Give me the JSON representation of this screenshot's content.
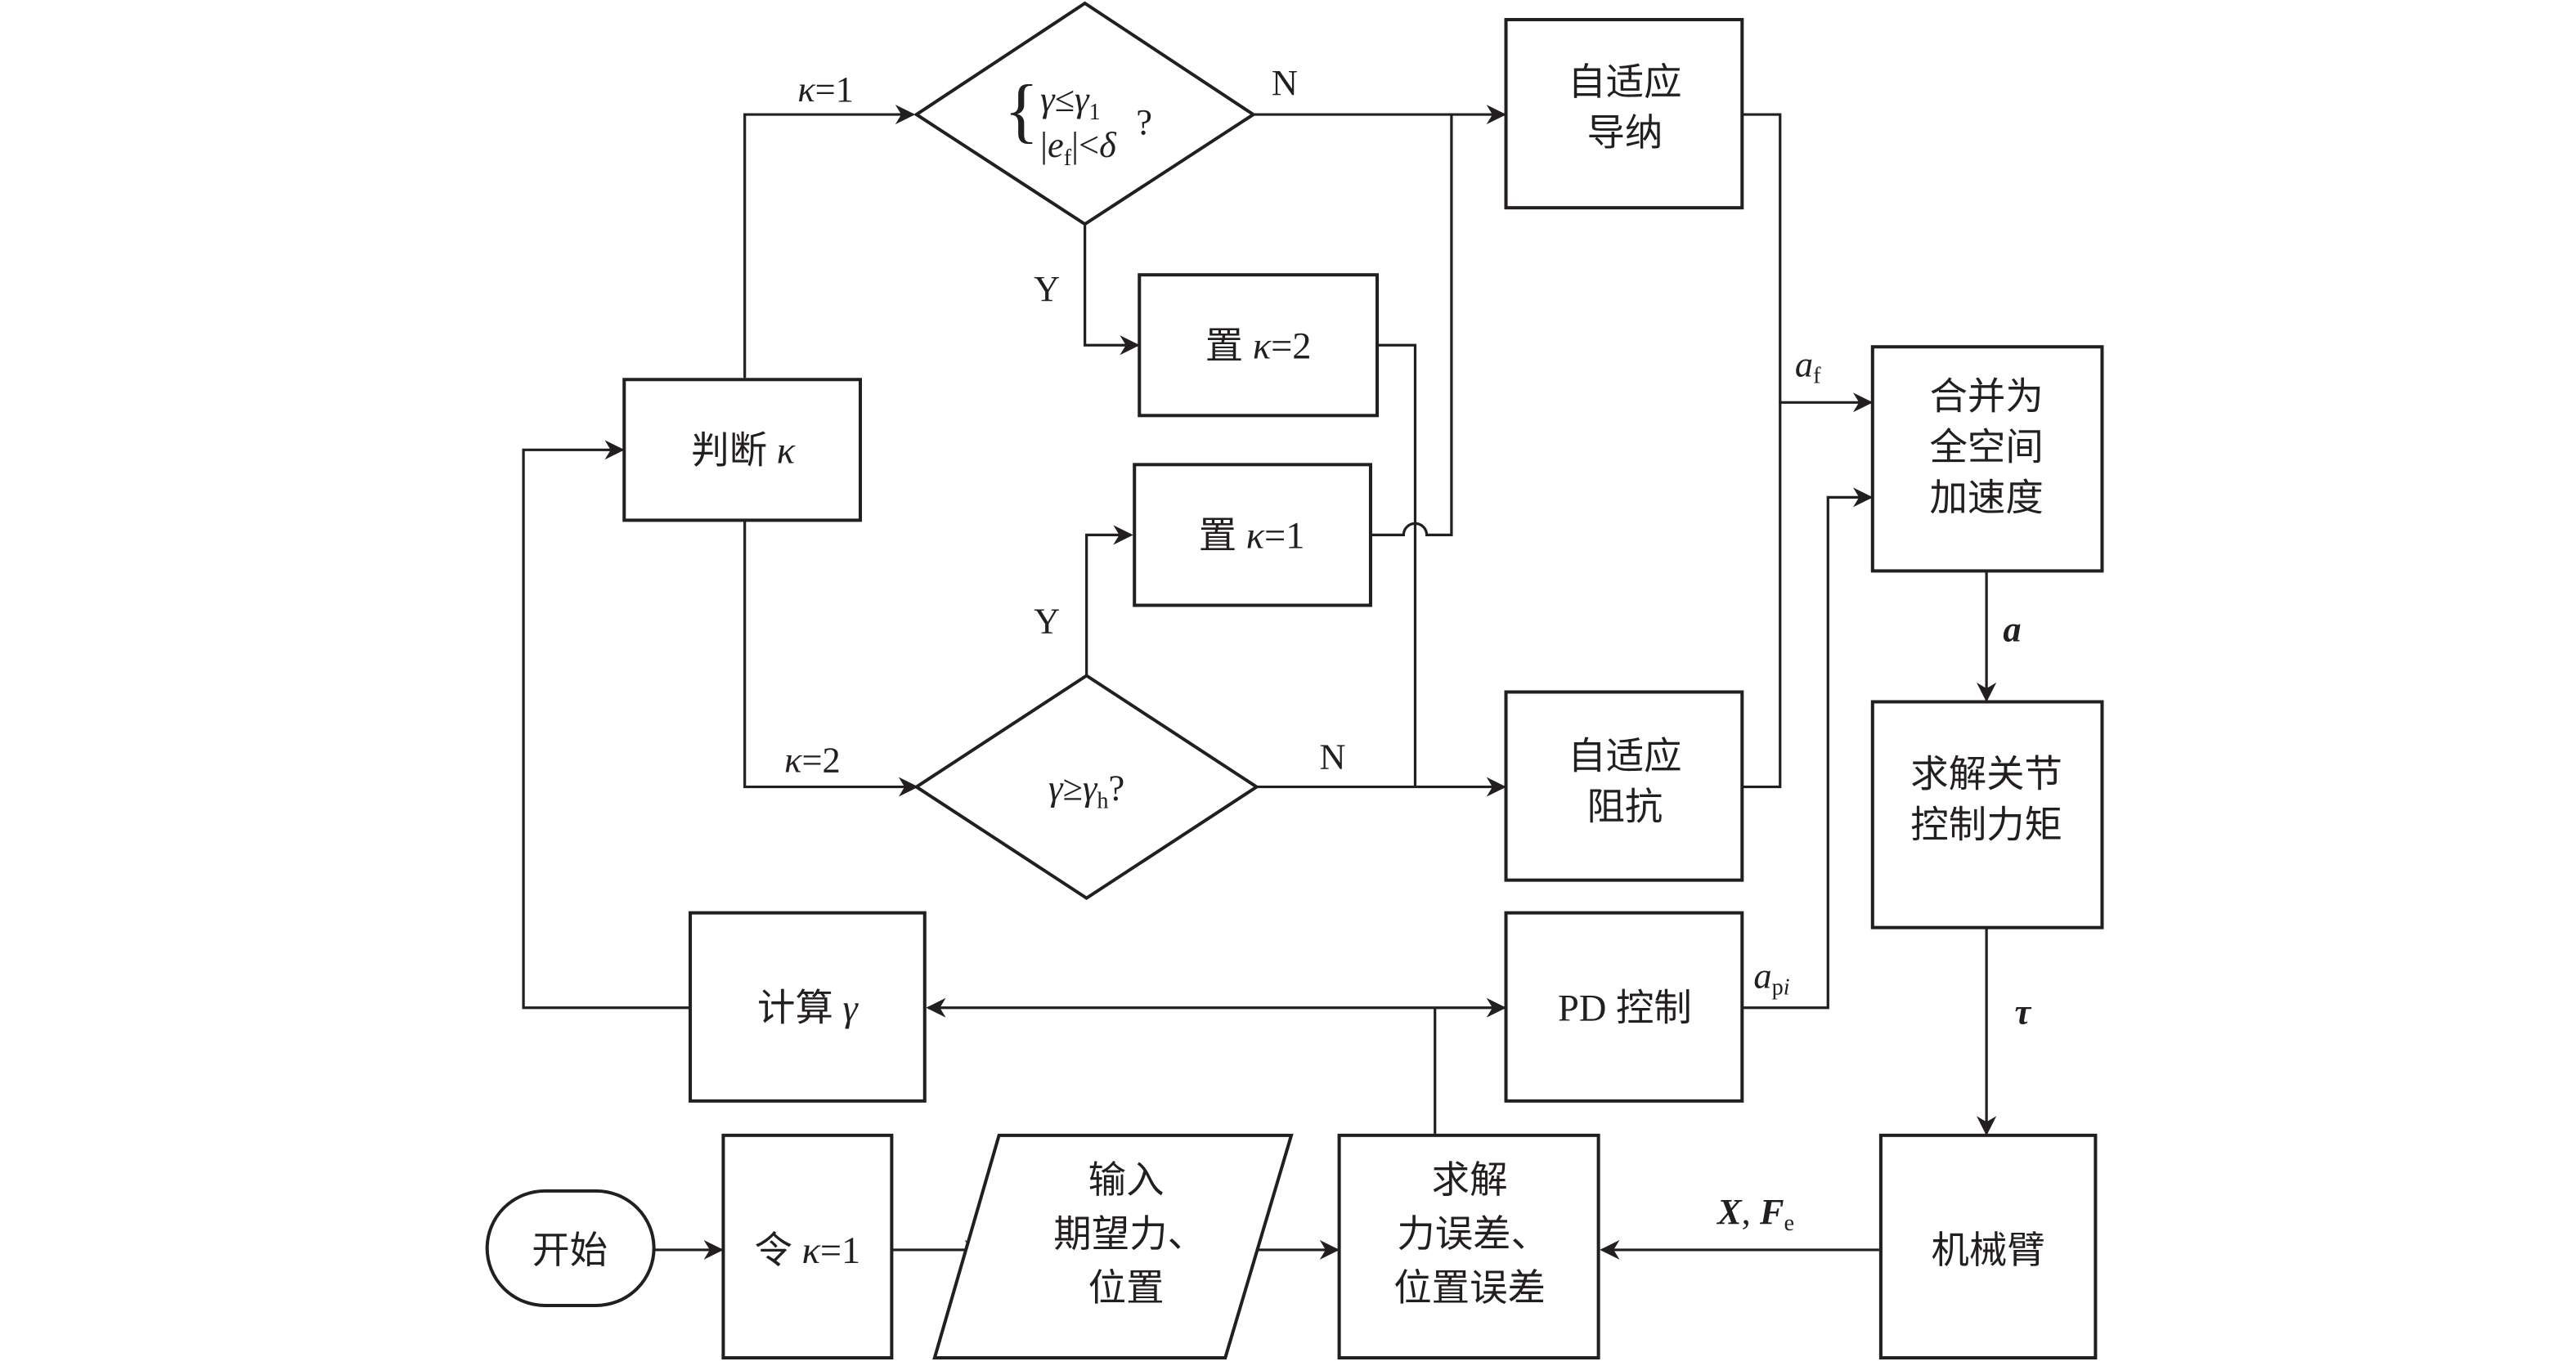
{
  "diagram": {
    "title": "",
    "nodes": {
      "start": {
        "label": "开始",
        "shape": "terminator"
      },
      "init_kappa": {
        "label": "令 κ=1",
        "prefix": "令 ",
        "var": "κ",
        "suffix": "=1",
        "shape": "process"
      },
      "input": {
        "lines": [
          "输入",
          "期望力、",
          "位置"
        ],
        "shape": "data"
      },
      "solve_error": {
        "lines": [
          "求解",
          "力误差、",
          "位置误差"
        ],
        "shape": "process"
      },
      "arm": {
        "label": "机械臂",
        "shape": "process"
      },
      "joint_torque": {
        "lines": [
          "求解关节",
          "控制力矩"
        ],
        "shape": "process"
      },
      "merge": {
        "lines": [
          "合并为",
          "全空间",
          "加速度"
        ],
        "shape": "process"
      },
      "admittance": {
        "lines": [
          "自适应",
          "导纳"
        ],
        "shape": "process"
      },
      "impedance": {
        "lines": [
          "自适应",
          "阻抗"
        ],
        "shape": "process"
      },
      "pd": {
        "label": "PD 控制",
        "shape": "process"
      },
      "calc_gamma": {
        "prefix": "计算 ",
        "var": "γ",
        "shape": "process"
      },
      "judge_kappa": {
        "prefix": "判断 ",
        "var": "κ",
        "shape": "process"
      },
      "set_k2": {
        "prefix": "置 ",
        "var": "κ",
        "suffix": "=2",
        "shape": "process"
      },
      "set_k1": {
        "prefix": "置 ",
        "var": "κ",
        "suffix": "=1",
        "shape": "process"
      },
      "decision1": {
        "line1": {
          "a": "γ",
          "op": "≤",
          "b": "γ",
          "b_sub": "1"
        },
        "line2": {
          "pre": "|",
          "e": "e",
          "e_sub": "f",
          "post": "|<",
          "d": "δ"
        },
        "q": "?",
        "shape": "decision"
      },
      "decision2": {
        "a": "γ",
        "op": "≥",
        "b": "γ",
        "b_sub": "h",
        "q": "?",
        "shape": "decision"
      }
    },
    "edge_labels": {
      "k1_var": "κ",
      "k1_val": "=1",
      "k2_var": "κ",
      "k2_val": "=2",
      "d1_no": "N",
      "d1_yes": "Y",
      "d2_no": "N",
      "d2_yes": "Y",
      "af_main": "a",
      "af_sub": "f",
      "api_main": "a",
      "api_sub": "p",
      "api_sub_i": "i",
      "a_bold": "a",
      "tau": "τ",
      "xf_x": "X",
      "xf_comma": ", ",
      "xf_f": "F",
      "xf_sub": "e"
    }
  }
}
